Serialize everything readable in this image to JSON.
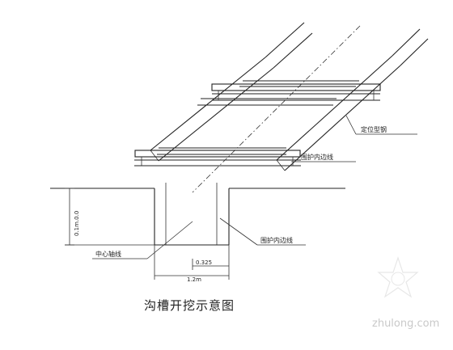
{
  "labels": {
    "positioning_steel": "定位型钢",
    "support_inner_edge_top": "围护内边线",
    "support_inner_edge_bottom": "围护内边线",
    "center_axis": "中心轴线",
    "depth_dimension": "0.1m.0.0",
    "half_width_dimension": "0.325",
    "width_dimension": "1.2m"
  },
  "title": "沟槽开挖示意图",
  "watermark": "zhulong.com",
  "colors": {
    "line": "#222222",
    "watermark": "#c9c9c9"
  }
}
